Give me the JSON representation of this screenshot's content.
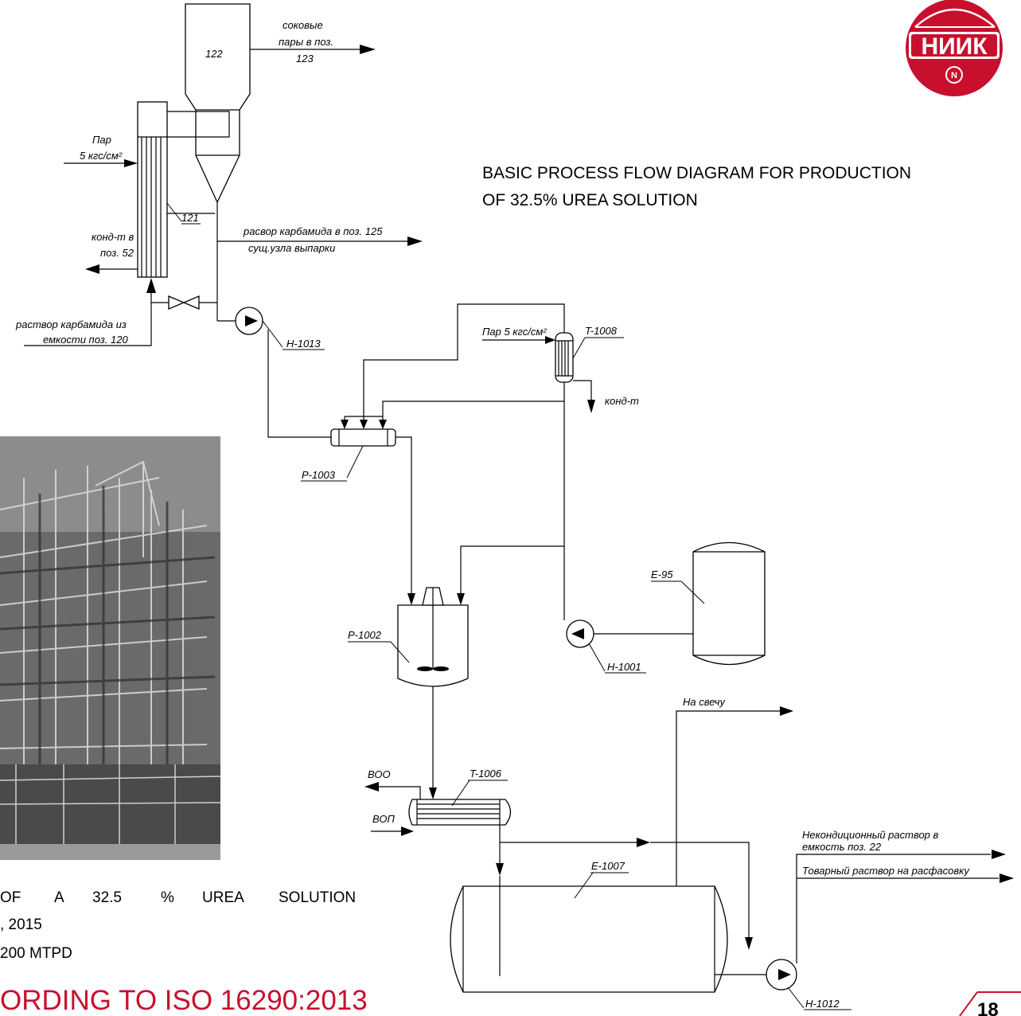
{
  "title": {
    "line1": "BASIC PROCESS FLOW DIAGRAM FOR PRODUCTION",
    "line2": "OF 32.5% UREA SOLUTION"
  },
  "logo": {
    "text": "НИИК",
    "mark": "N",
    "color": "#c8102e"
  },
  "accent_color": "#c8102e",
  "caption": {
    "line1_words": [
      "OF",
      "A",
      "32.5",
      "%",
      "UREA",
      "SOLUTION"
    ],
    "line2": ", 2015",
    "line3": "200 MTPD",
    "standard": "ORDING TO ISO 16290:2013"
  },
  "page_number": "18",
  "photo": {
    "description_icon": "industrial-plant-photo"
  },
  "equipment": {
    "e122": "122",
    "e121": "121",
    "h1013": "H-1013",
    "t1008": "T-1008",
    "p1003": "P-1003",
    "p1002": "P-1002",
    "e95": "E-95",
    "h1001": "H-1001",
    "t1006": "T-1006",
    "e1007": "E-1007",
    "h1012": "H-1012"
  },
  "streams": {
    "juice_vapors": [
      "соковые",
      "пары в поз.",
      "123"
    ],
    "steam_121": [
      "Пар",
      "5 кгс/см²"
    ],
    "cond_52": [
      "конд-т в",
      "поз. 52"
    ],
    "urea_to_125": [
      "расвор карбамида в поз. 125",
      "сущ.узла выпарки"
    ],
    "urea_from_120": [
      "раствор карбамида из",
      "емкости поз. 120"
    ],
    "steam_t1008": "Пар 5 кгс/см²",
    "cond_t1008": "конд-т",
    "voo": "ВОО",
    "vop": "ВОП",
    "to_flare": "На свечу",
    "offspec": [
      "Некондиционный раствор в",
      "емкость поз. 22"
    ],
    "product": "Товарный раствор на расфасовку"
  }
}
